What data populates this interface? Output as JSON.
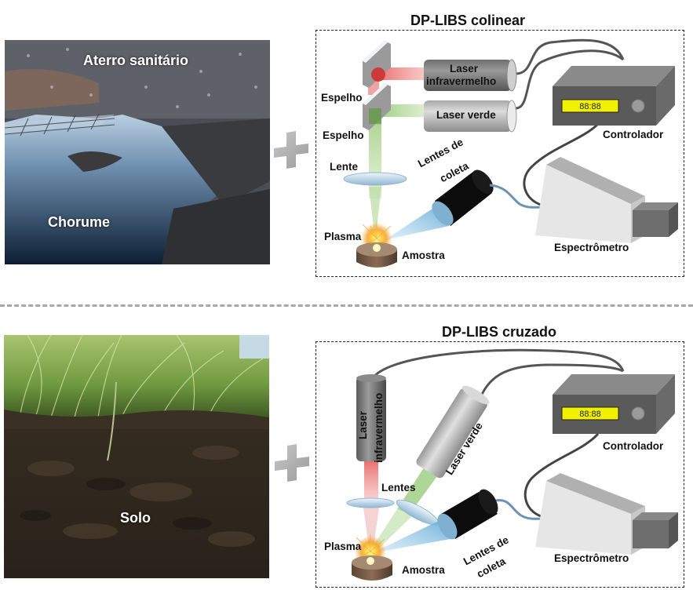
{
  "top_section": {
    "photo": {
      "labels": {
        "top": "Aterro sanitário",
        "bottom": "Chorume"
      }
    },
    "plus_icon": "plus-icon",
    "panel": {
      "title": "DP-LIBS colinear",
      "labels": {
        "mirror_1": "Espelho",
        "mirror_2": "Espelho",
        "lens": "Lente",
        "plasma": "Plasma",
        "sample": "Amostra",
        "collection_lens": "Lentes de\ncoleta",
        "collection_lens_line1": "Lentes de",
        "collection_lens_line2": "coleta",
        "ir_laser_line1": "Laser",
        "ir_laser_line2": "infravermelho",
        "green_laser": "Laser verde",
        "controller": "Controlador",
        "controller_display": "88:88",
        "spectrometer": "Espectrômetro"
      }
    }
  },
  "bottom_section": {
    "photo": {
      "labels": {
        "center": "Solo"
      }
    },
    "plus_icon": "plus-icon",
    "panel": {
      "title": "DP-LIBS cruzado",
      "labels": {
        "ir_laser_line1": "Laser",
        "ir_laser_line2": "infravermelho",
        "green_laser": "Laser verde",
        "lenses": "Lentes",
        "plasma": "Plasma",
        "sample": "Amostra",
        "collection_lens_line1": "Lentes de",
        "collection_lens_line2": "coleta",
        "controller": "Controlador",
        "controller_display": "88:88",
        "spectrometer": "Espectrômetro"
      }
    }
  },
  "colors": {
    "ir_beam": "#e04848",
    "green_beam": "#8cc76a",
    "display": "#f2f200",
    "controller": "#5a5a5a",
    "separator": "#a8a8a8"
  }
}
